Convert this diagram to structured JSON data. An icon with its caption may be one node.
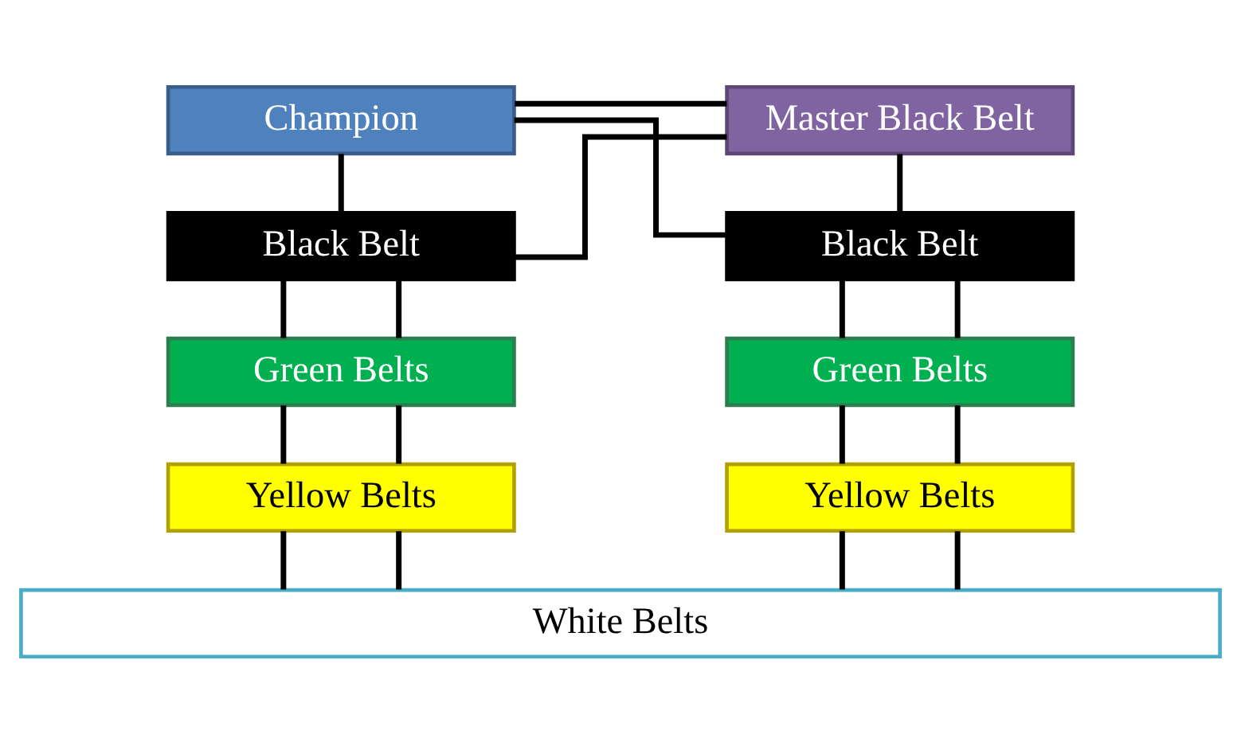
{
  "diagram": {
    "nodes": [
      {
        "text": [
          "Champion"
        ]
      },
      {
        "text": [
          "Master Black Belt"
        ]
      },
      {
        "text": [
          "Black Belt"
        ]
      },
      {
        "text": [
          "Black Belt"
        ]
      },
      {
        "text": [
          "Green Belts"
        ]
      },
      {
        "text": [
          "Green Belts"
        ]
      },
      {
        "text": [
          "Yellow Belts"
        ]
      },
      {
        "text": [
          "Yellow Belts"
        ]
      },
      {
        "text": [
          "White Belts"
        ]
      }
    ],
    "edges": [
      {
        "from": 0,
        "to": 1,
        "arrow": "none"
      },
      {
        "from": 0,
        "to": 2,
        "arrow": "none"
      },
      {
        "from": 0,
        "to": 3,
        "arrow": "none"
      },
      {
        "from": 1,
        "to": 2,
        "arrow": "none"
      },
      {
        "from": 1,
        "to": 3,
        "arrow": "none"
      },
      {
        "from": 2,
        "to": 4,
        "arrow": "none"
      },
      {
        "from": 2,
        "to": 4,
        "arrow": "none"
      },
      {
        "from": 3,
        "to": 5,
        "arrow": "none"
      },
      {
        "from": 3,
        "to": 5,
        "arrow": "none"
      },
      {
        "from": 4,
        "to": 6,
        "arrow": "none"
      },
      {
        "from": 4,
        "to": 6,
        "arrow": "none"
      },
      {
        "from": 5,
        "to": 7,
        "arrow": "none"
      },
      {
        "from": 5,
        "to": 7,
        "arrow": "none"
      },
      {
        "from": 6,
        "to": 8,
        "arrow": "none"
      },
      {
        "from": 6,
        "to": 8,
        "arrow": "none"
      },
      {
        "from": 7,
        "to": 8,
        "arrow": "none"
      },
      {
        "from": 7,
        "to": 8,
        "arrow": "none"
      }
    ]
  }
}
